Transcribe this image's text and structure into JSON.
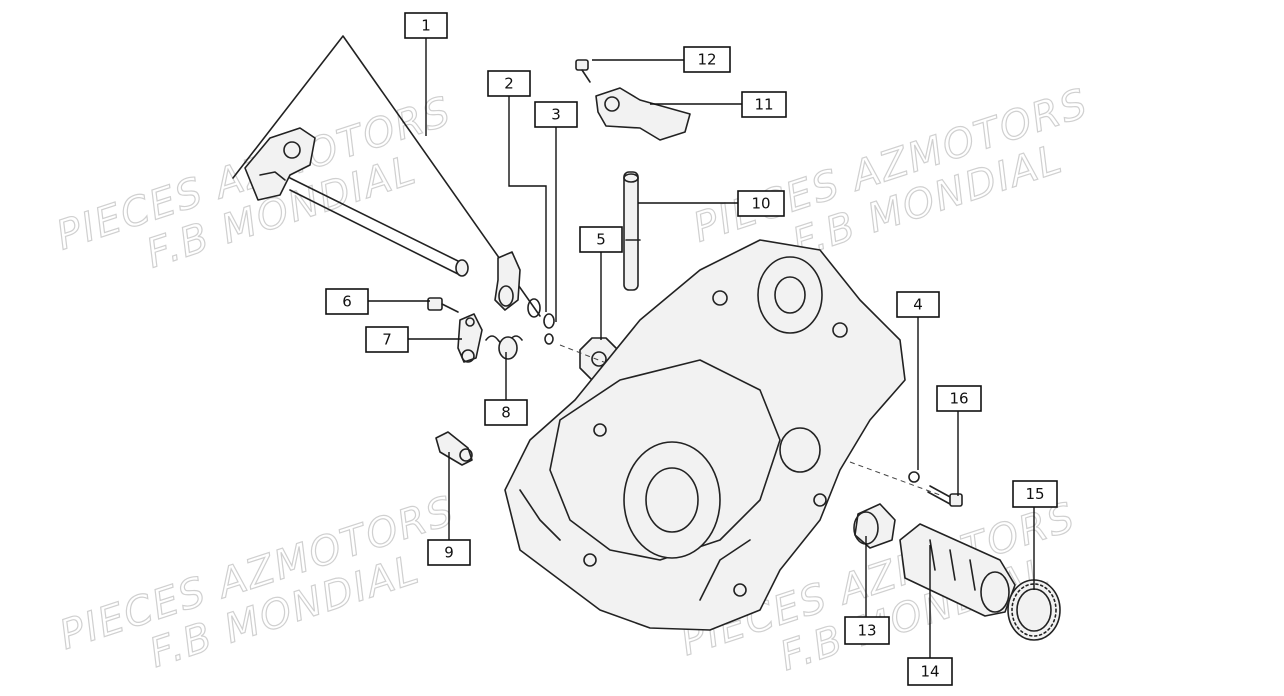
{
  "watermarks": [
    {
      "line1": "PIECES AZMOTORS",
      "line2": "F.B MONDIAL"
    },
    {
      "line1": "PIECES AZMOTORS",
      "line2": "F.B MONDIAL"
    },
    {
      "line1": "PIECES AZMOTORS",
      "line2": "F.B MONDIAL"
    },
    {
      "line1": "PIECES AZMOTORS",
      "line2": "F.B MONDIAL"
    }
  ],
  "callouts": [
    "1",
    "2",
    "3",
    "4",
    "5",
    "6",
    "7",
    "8",
    "9",
    "10",
    "11",
    "12",
    "13",
    "14",
    "15",
    "16"
  ]
}
